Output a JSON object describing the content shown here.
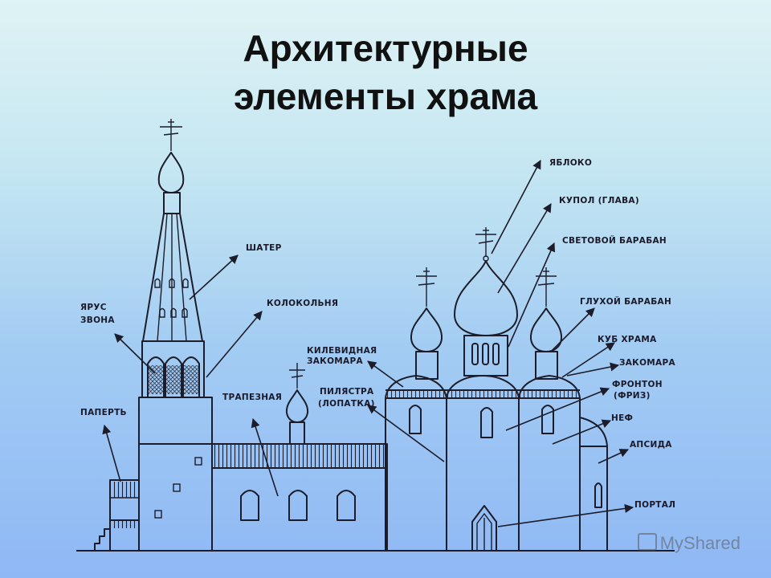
{
  "title": {
    "line1": "Архитектурные",
    "line2": "элементы храма"
  },
  "labels": {
    "yabloko": "ЯБЛОКО",
    "kupol": "КУПОЛ (ГЛАВА)",
    "svetovoy_baraban": "СВЕТОВОЙ БАРАБАН",
    "gluhoy_baraban": "ГЛУХОЙ БАРАБАН",
    "kub_hrama": "КУБ ХРАМА",
    "zakomara": "ЗАКОМАРА",
    "fronton": "ФРОНТОН",
    "friz": "(ФРИЗ)",
    "nef": "НЕФ",
    "apsida": "АПСИДА",
    "portal": "ПОРТАЛ",
    "shater": "ШАТЕР",
    "kolokolnya": "КОЛОКОЛЬНЯ",
    "yarus_1": "ЯРУС",
    "yarus_2": "ЗВОНА",
    "kilevidnaya_1": "КИЛЕВИДНАЯ",
    "kilevidnaya_2": "ЗАКОМАРА",
    "pilyastra_1": "ПИЛЯСТРА",
    "pilyastra_2": "(ЛОПАТКА)",
    "trapeznaya": "ТРАПЕЗНАЯ",
    "paperte": "ПАПЕРТЬ"
  },
  "watermark": {
    "text": "MyShared"
  }
}
